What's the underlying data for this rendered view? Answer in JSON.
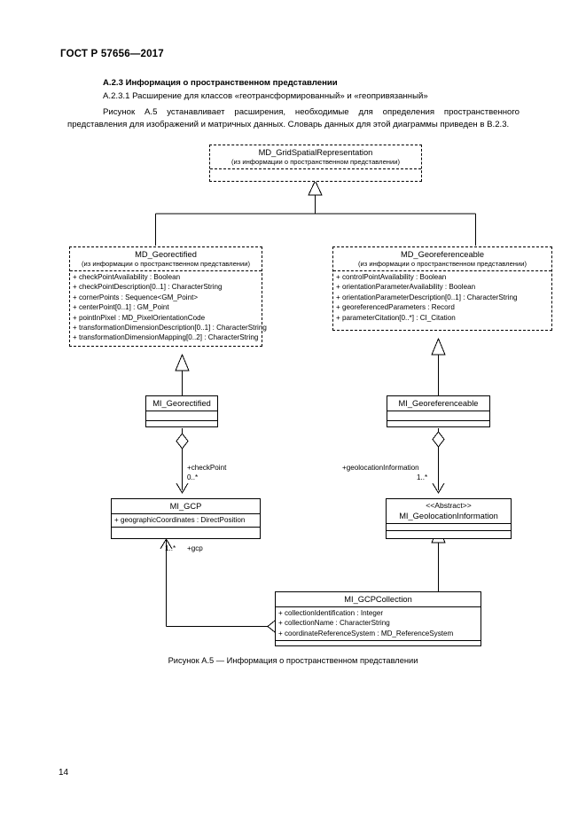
{
  "page": {
    "standard_header": "ГОСТ Р 57656—2017",
    "section_title": "А.2.3 Информация о пространственном представлении",
    "subsection_title": "А.2.3.1 Расширение для классов «геотрансформированный» и «геопривязанный»",
    "paragraph": "Рисунок А.5 устанавливает расширения, необходимые для определения пространственного представления для изображений и матричных данных. Словарь данных для этой диаграммы приведен в В.2.3.",
    "figure_caption": "Рисунок А.5 — Информация о пространственном представлении",
    "page_number": "14"
  },
  "diagram": {
    "type": "uml-class-diagram",
    "classes": [
      {
        "id": "md_grid",
        "name": "MD_GridSpatialRepresentation",
        "package": "(из информации о пространственном представлении)",
        "stereotype": "",
        "style": "dashed",
        "attributes": [],
        "compartments": 1
      },
      {
        "id": "md_georectified",
        "name": "MD_Georectified",
        "package": "(из информации о пространственном представлении)",
        "stereotype": "",
        "style": "dashed",
        "attributes": [
          "+ checkPointAvailability : Boolean",
          "+ checkPointDescription[0..1] : CharacterString",
          "+ cornerPoints : Sequence<GM_Point>",
          "+ centerPoint[0..1] : GM_Point",
          "+ pointInPixel : MD_PixelOrientationCode",
          "+ transformationDimensionDescription[0..1] : CharacterString",
          "+ transformationDimensionMapping[0..2] : CharacterString"
        ]
      },
      {
        "id": "md_georeferenceable",
        "name": "MD_Georeferenceable",
        "package": "(из информации о пространственном представлении)",
        "stereotype": "",
        "style": "dashed",
        "attributes": [
          "+ controlPointAvailability : Boolean",
          "+ orientationParameterAvailability : Boolean",
          "+ orientationParameterDescription[0..1] : CharacterString",
          "+ georeferencedParameters : Record",
          "+ parameterCitation[0..*] : CI_Citation"
        ]
      },
      {
        "id": "mi_georectified",
        "name": "MI_Georectified",
        "package": "",
        "stereotype": "",
        "style": "solid",
        "attributes": []
      },
      {
        "id": "mi_georeferenceable",
        "name": "MI_Georeferenceable",
        "package": "",
        "stereotype": "",
        "style": "solid",
        "attributes": []
      },
      {
        "id": "mi_gcp",
        "name": "MI_GCP",
        "package": "",
        "stereotype": "",
        "style": "solid",
        "attributes": [
          "+ geographicCoordinates : DirectPosition"
        ]
      },
      {
        "id": "mi_geoloc",
        "name": "MI_GeolocationInformation",
        "package": "",
        "stereotype": "<<Abstract>>",
        "style": "solid",
        "attributes": []
      },
      {
        "id": "mi_gcpcollection",
        "name": "MI_GCPCollection",
        "package": "",
        "stereotype": "",
        "style": "solid",
        "attributes": [
          "+ collectionIdentification : Integer",
          "+ collectionName : CharacterString",
          "+ coordinateReferenceSystem : MD_ReferenceSystem"
        ]
      }
    ],
    "associations": [
      {
        "id": "checkpoint",
        "role": "+checkPoint",
        "multiplicity": "0..*",
        "from": "mi_georectified",
        "to": "mi_gcp",
        "kind": "aggregation"
      },
      {
        "id": "geoloc",
        "role": "+geolocationInformation",
        "multiplicity": "1..*",
        "from": "mi_georeferenceable",
        "to": "mi_geoloc",
        "kind": "aggregation"
      },
      {
        "id": "gcp",
        "role": "+gcp",
        "multiplicity": "1..*",
        "from": "mi_gcpcollection",
        "to": "mi_gcp",
        "kind": "aggregation"
      }
    ],
    "generalizations": [
      {
        "from": "md_georectified",
        "to": "md_grid"
      },
      {
        "from": "md_georeferenceable",
        "to": "md_grid"
      },
      {
        "from": "mi_georectified",
        "to": "md_georectified"
      },
      {
        "from": "mi_georeferenceable",
        "to": "md_georeferenceable"
      },
      {
        "from": "mi_gcpcollection",
        "to": "mi_geoloc"
      }
    ],
    "colors": {
      "line": "#000000",
      "background": "#ffffff"
    }
  }
}
